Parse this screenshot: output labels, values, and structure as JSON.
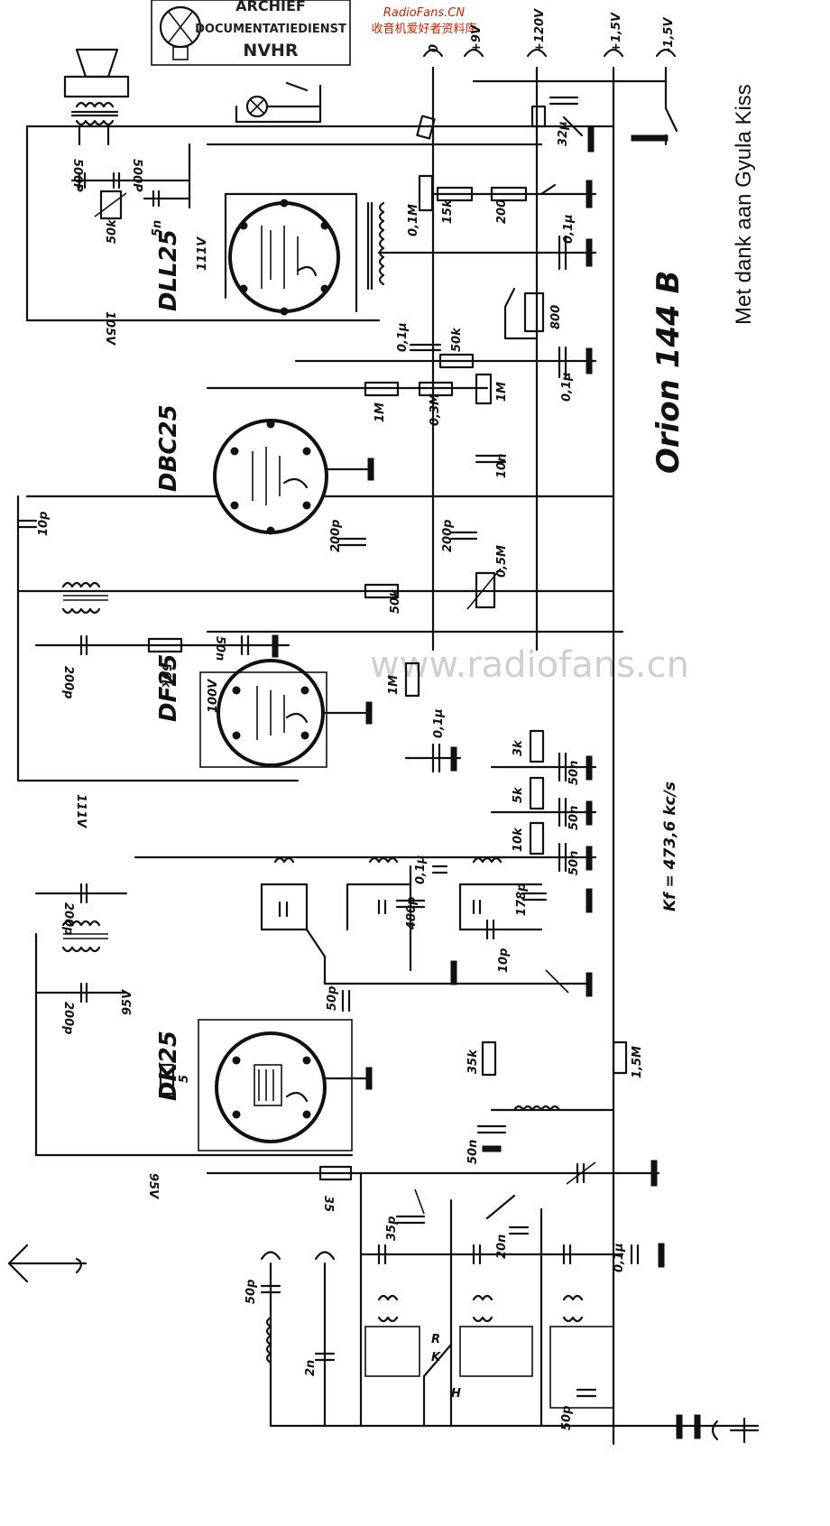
{
  "header": {
    "stamp_line1": "ARCHIEF",
    "stamp_line2": "DOCUMENTATIEDIENST",
    "stamp_line3": "NVHR",
    "site_name": "RadioFans.CN",
    "site_tagline": "收音机爱好者资料库"
  },
  "credit": "Met dank aan Gyula Kiss",
  "model": "Orion 144 B",
  "watermark": "www.radiofans.cn",
  "if_note": "Kf = 473,6 kc/s",
  "tubes": {
    "output": "DLL25",
    "detector": "DBC25",
    "if_amp": "DF25",
    "mixer": "DK25"
  },
  "supply_terminals": [
    "+9V",
    "+120V",
    "+1,5V",
    "-1,5V"
  ],
  "terminal_zero": "0",
  "voltages": {
    "dll25_grid": "111V",
    "dll25_bias": "105V",
    "df25_screen": "100V",
    "df25_anode": "111V",
    "dk25_anode": "95V",
    "dk25_osc": "95V"
  },
  "components": {
    "c_500p_a": "500P",
    "c_500p_b": "500P",
    "r_50k_tone": "50k",
    "c_5n": "5n",
    "r_01m": "0,1M",
    "r_15k": "15k",
    "r_200": "200",
    "c_01u_a": "0,1µ",
    "c_32u": "32µ",
    "r_800": "800",
    "c_01u_b": "0,1µ",
    "r_50k_b": "50k",
    "c_01u_c": "0,1µ",
    "r_1m_a": "1M",
    "r_03m": "0,3M",
    "r_1m_b": "1M",
    "c_10n": "10n",
    "c_10p": "10p",
    "c_200p_a": "200p",
    "c_200p_b": "200p",
    "pot_05m": "0,5M",
    "r_50k_c": "50k",
    "c_200p_c": "200p",
    "r_50k_d": "50k",
    "c_50n_a": "50n",
    "r_1m_c": "1M",
    "c_01u_d": "0,1µ",
    "r_3k": "3k",
    "r_5k": "5k",
    "r_10k": "10k",
    "c_50n_b": "50n",
    "c_50n_c": "50n",
    "c_50n_d": "50n",
    "c_01u_e": "0,1µ",
    "c_480p": "480p",
    "c_178p": "178p",
    "c_10p_b": "10p",
    "c_200p_d": "200p",
    "c_200p_e": "200p",
    "c_50p_a": "50p",
    "r_35k": "35k",
    "r_5": "5",
    "r_15m": "1,5M",
    "c_50n_e": "50n",
    "r_35": "35",
    "c_35p": "35p",
    "c_20n": "20n",
    "c_01u_f": "0,1µ",
    "c_50p_b": "50p",
    "c_2n": "2n",
    "c_50p_c": "50p",
    "band_r": "R",
    "band_k": "K",
    "band_h": "H"
  }
}
